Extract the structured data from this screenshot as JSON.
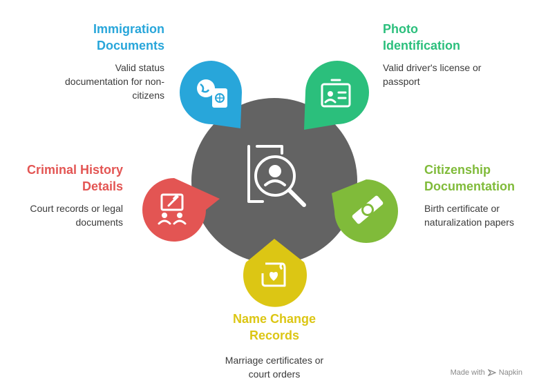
{
  "colors": {
    "center": "#636363",
    "immigration": "#28a6da",
    "photo": "#2bbf7c",
    "citizenship": "#80bb3a",
    "name_change": "#dcc614",
    "criminal": "#e35553"
  },
  "items": {
    "immigration": {
      "title_line1": "Immigration",
      "title_line2": "Documents",
      "desc_line1": "Valid status",
      "desc_line2": "documentation for non-",
      "desc_line3": "citizens",
      "icon": "globe-passport-icon"
    },
    "photo": {
      "title_line1": "Photo",
      "title_line2": "Identification",
      "desc_line1": "Valid driver's license or",
      "desc_line2": "passport",
      "icon": "id-badge-icon"
    },
    "citizenship": {
      "title_line1": "Citizenship",
      "title_line2": "Documentation",
      "desc_line1": "Birth certificate or",
      "desc_line2": "naturalization papers",
      "icon": "diploma-scroll-icon"
    },
    "name_change": {
      "title_line1": "Name Change",
      "title_line2": "Records",
      "desc_line1": "Marriage certificates or",
      "desc_line2": "court orders",
      "icon": "scroll-heart-icon"
    },
    "criminal": {
      "title_line1": "Criminal History",
      "title_line2": "Details",
      "desc_line1": "Court records or legal",
      "desc_line2": "documents",
      "icon": "court-gavel-icon"
    }
  },
  "center_icon": "document-search-icon",
  "footer": {
    "made_with": "Made with",
    "brand": "Napkin"
  }
}
